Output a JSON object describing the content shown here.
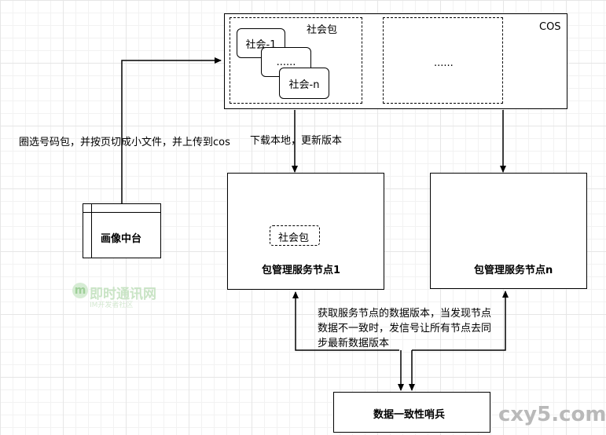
{
  "cos": {
    "label": "COS",
    "group1_title": "社会包",
    "cards": [
      "社会-1",
      "......",
      "社会-n"
    ],
    "group2_label": "......"
  },
  "nodes": {
    "node1": {
      "label": "包管理服务节点1",
      "inner_tag": "社会包"
    },
    "noden": {
      "label": "包管理服务节点n"
    }
  },
  "portrait": {
    "label": "画像中台"
  },
  "sentinel": {
    "label": "数据一致性哨兵"
  },
  "edges": {
    "upload": "圈选号码包，并按页切成小文件，并上传到cos",
    "download": "下载本地，更新版本",
    "sync_lines": [
      "获取服务节点的数据版本，当发现节点",
      "数据不一致时，发信号让所有节点去同",
      "步最新数据版本"
    ]
  },
  "watermarks": {
    "left_main": "即时通讯网",
    "left_sub": "IM开发者社区",
    "right": "cxy5.com"
  }
}
